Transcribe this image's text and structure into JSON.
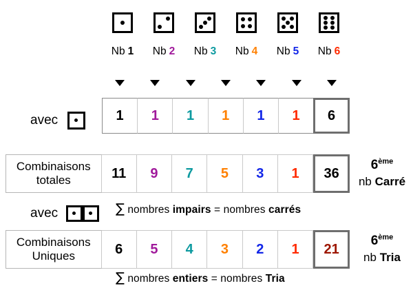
{
  "dice_header": {
    "dice": [
      {
        "name": "die-1",
        "pips": 1
      },
      {
        "name": "die-2",
        "pips": 2
      },
      {
        "name": "die-3",
        "pips": 3
      },
      {
        "name": "die-4",
        "pips": 4
      },
      {
        "name": "die-5",
        "pips": 5
      },
      {
        "name": "die-6",
        "pips": 6
      }
    ],
    "labels": [
      {
        "prefix": "Nb",
        "number": "1",
        "color": "#000000"
      },
      {
        "prefix": "Nb",
        "number": "2",
        "color": "#a0199b"
      },
      {
        "prefix": "Nb",
        "number": "3",
        "color": "#0d9aa0"
      },
      {
        "prefix": "Nb",
        "number": "4",
        "color": "#ff8000"
      },
      {
        "prefix": "Nb",
        "number": "5",
        "color": "#1226e8"
      },
      {
        "prefix": "Nb",
        "number": "6",
        "color": "#ff2a00"
      }
    ]
  },
  "row_with_one_die": {
    "avec_label": "avec",
    "die_pips": 1,
    "values": [
      "1",
      "1",
      "1",
      "1",
      "1",
      "1"
    ],
    "total": "6"
  },
  "row_with_two_dice": {
    "avec_label": "avec",
    "die_pips": [
      1,
      1
    ]
  },
  "tables": [
    {
      "label_line1": "Combinaisons",
      "label_line2": "totales",
      "values": [
        "11",
        "9",
        "7",
        "5",
        "3",
        "1"
      ],
      "total": "36",
      "total_color": "#000000"
    },
    {
      "label_line1": "Combinaisons",
      "label_line2": "Uniques",
      "values": [
        "6",
        "5",
        "4",
        "3",
        "2",
        "1"
      ],
      "total": "21",
      "total_color": "#9c1500"
    }
  ],
  "formulas": [
    {
      "sigma": "∑",
      "part1": "nombres",
      "bold1": "impairs",
      "equals": "=",
      "part2": "nombres",
      "bold2": "carrés"
    },
    {
      "sigma": "∑",
      "part1": "nombres",
      "bold1": "entiers",
      "equals": "=",
      "part2": "nombres",
      "bold2": "Tria"
    }
  ],
  "side_notes": [
    {
      "ordinal": "6",
      "ordinal_sup": "ème",
      "nb": "nb",
      "kind": "Carré"
    },
    {
      "ordinal": "6",
      "ordinal_sup": "ème",
      "nb": "nb",
      "kind": "Tria"
    }
  ],
  "colors": {
    "col1": "#000000",
    "col2": "#a0199b",
    "col3": "#0d9aa0",
    "col4": "#ff8000",
    "col5": "#1226e8",
    "col6": "#ff2a00",
    "total_dark_red": "#9c1500",
    "grid_light": "#c9c9c9",
    "grid_outer": "#8a8a8a",
    "total_box_border": "#6e6e6e"
  }
}
